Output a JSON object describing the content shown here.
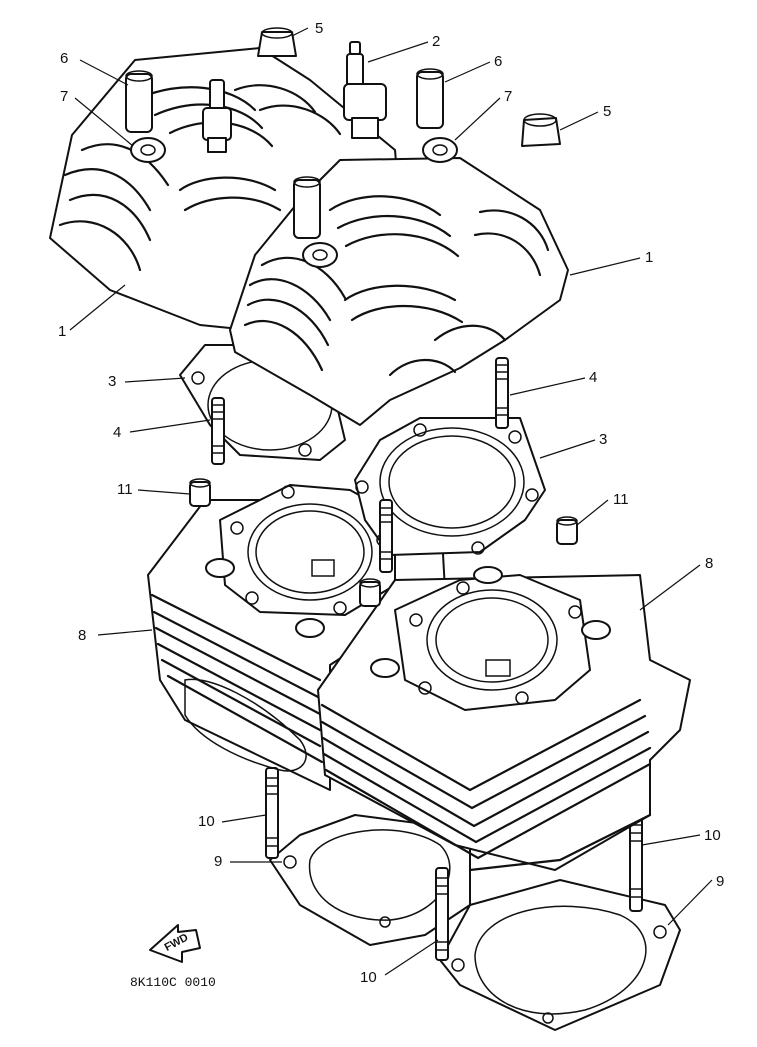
{
  "callouts": {
    "c1": "1",
    "c2": "2",
    "c3": "3",
    "c4": "4",
    "c5": "5",
    "c6": "6",
    "c7": "7",
    "c8": "8",
    "c9": "9",
    "c10": "10",
    "c11": "11"
  },
  "forward_label": "FWD",
  "figure_code": "8K110C 0010"
}
